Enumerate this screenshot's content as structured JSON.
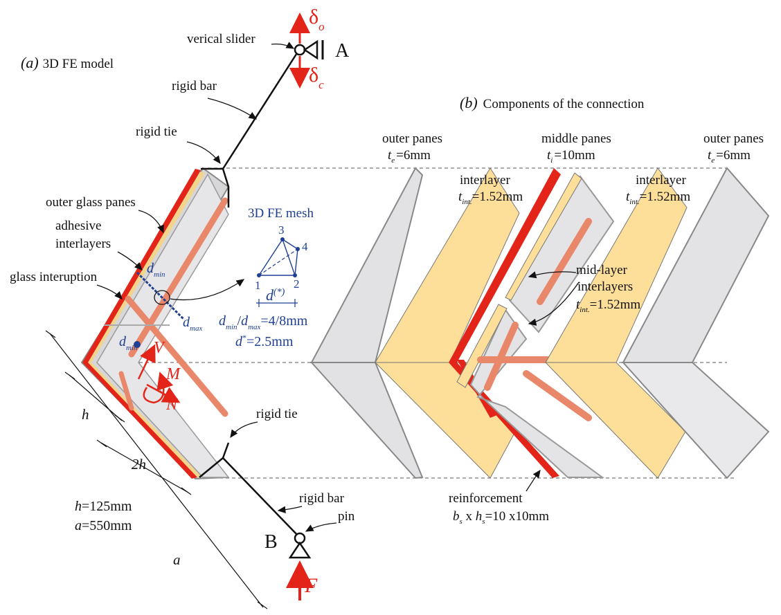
{
  "panel_a": {
    "title_prefix": "(a)",
    "title": "3D FE model",
    "labels": {
      "vertical_slider": "verical slider",
      "rigid_bar_top": "rigid bar",
      "rigid_tie_top": "rigid tie",
      "outer_glass_panes": "outer glass panes",
      "adhesive_1": "adhesive",
      "adhesive_2": "interlayers",
      "glass_interruption": "glass interuption",
      "rigid_tie_bottom": "rigid tie",
      "rigid_bar_bottom": "rigid bar",
      "pin": "pin",
      "point_a": "A",
      "point_b": "B",
      "delta": "δ",
      "delta_o_sub": "o",
      "delta_c_sub": "c",
      "force": "F",
      "shear": "V",
      "moment": "M",
      "normal": "N",
      "dim_h": "h",
      "dim_2h": "2h",
      "dim_a": "a",
      "param_h": "=125mm",
      "param_a": "=550mm"
    },
    "mesh": {
      "title": "3D FE mesh",
      "nodes": [
        "1",
        "2",
        "3",
        "4"
      ],
      "d_label": "d",
      "d_star_sup": "(*)",
      "d_min_sub": "min",
      "d_max_sub": "max",
      "ratio_value": "=4/8mm",
      "d_star_value": "=2.5mm",
      "d_star_sup_short": "*"
    }
  },
  "panel_b": {
    "title_prefix": "(b)",
    "title": "Components of the connection",
    "outer_panes_left": {
      "title": "outer panes",
      "thickness": "=6mm",
      "symbol": "t",
      "sub": "e"
    },
    "middle_panes": {
      "title": "middle panes",
      "thickness": "=10mm",
      "symbol": "t",
      "sub": "i"
    },
    "outer_panes_right": {
      "title": "outer panes",
      "thickness": "=6mm",
      "symbol": "t",
      "sub": "e"
    },
    "interlayer_left": {
      "title": "interlayer",
      "thickness": "=1.52mm",
      "symbol": "t",
      "sub": "int."
    },
    "interlayer_right": {
      "title": "interlayer",
      "thickness": "=1.52mm",
      "symbol": "t",
      "sub": "int."
    },
    "mid_layer": {
      "title1": "mid-layer",
      "title2": "interlayers",
      "thickness": "=1.52mm",
      "symbol": "t",
      "sub": "int."
    },
    "reinforcement": {
      "title": "reinforcement",
      "symbol_b": "b",
      "sub_b": "s",
      "times": " x ",
      "symbol_h": "h",
      "sub_h": "s",
      "value": "=10 x10mm"
    }
  },
  "colors": {
    "glass": "#d9d9db",
    "glass_edge": "#8a8a8a",
    "interlayer": "#fddf9a",
    "steel": "#e32419",
    "reinforcement": "#e9876a",
    "mesh_blue": "#1f3f94",
    "load_red": "#e32419"
  }
}
